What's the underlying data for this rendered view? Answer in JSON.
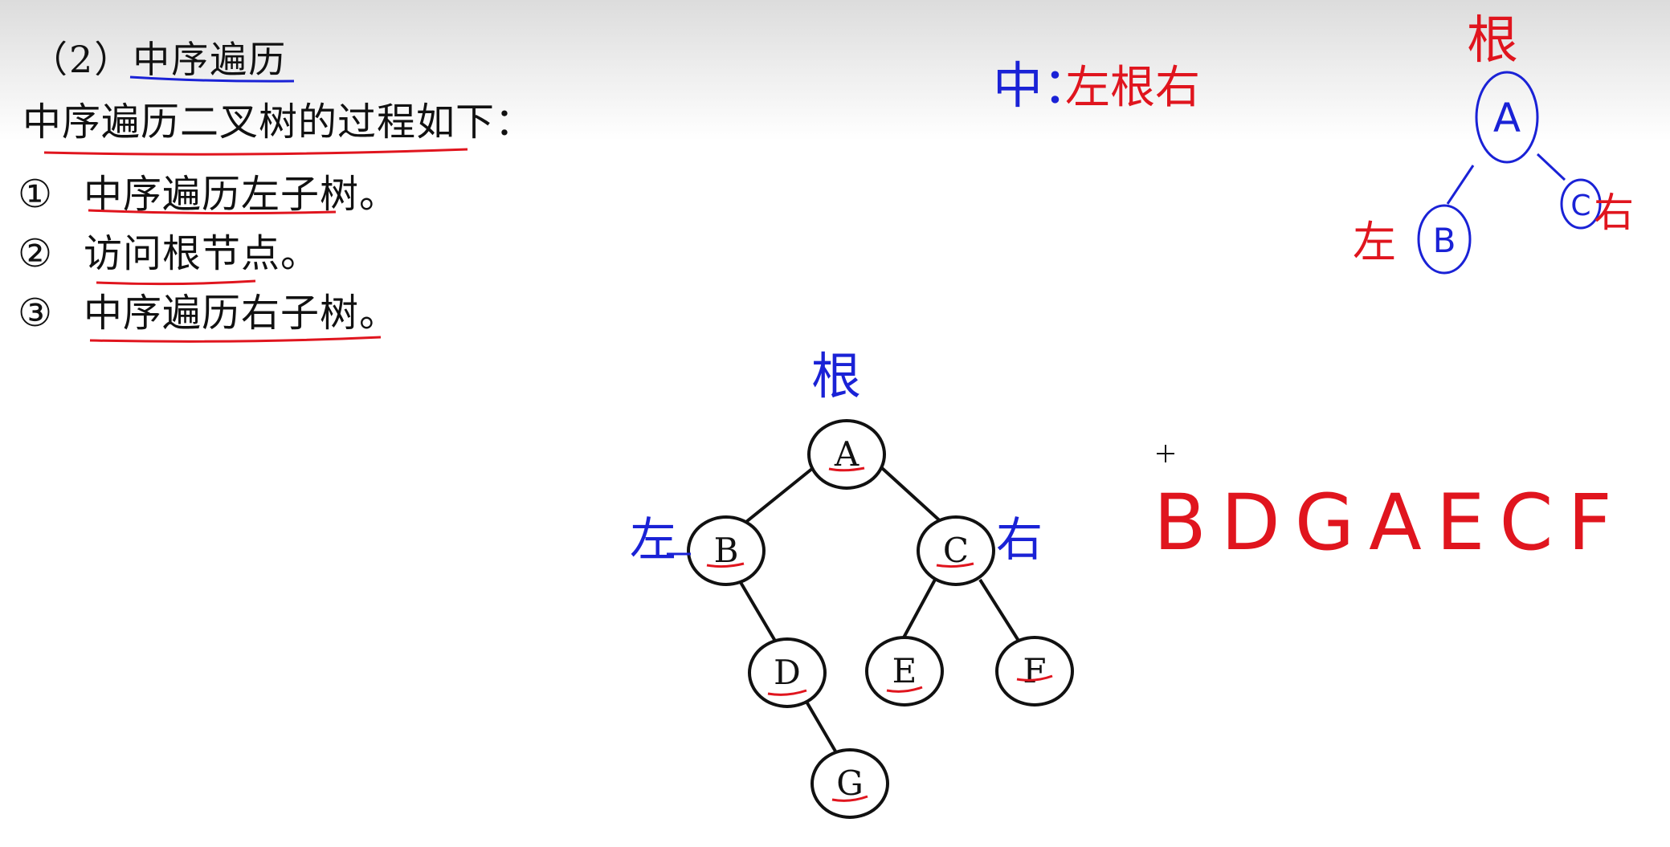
{
  "heading": {
    "number": "（2）",
    "title": "中序遍历"
  },
  "intro": "中序遍历二叉树的过程如下：",
  "steps": [
    {
      "num": "①",
      "text": "中序遍历左子树。"
    },
    {
      "num": "②",
      "text": "访问根节点。"
    },
    {
      "num": "③",
      "text": "中序遍历右子树。"
    }
  ],
  "annotations": {
    "rule_prefix": "中：",
    "rule_text": "左根右",
    "root": "根",
    "left": "左",
    "right": "右",
    "result_sequence": "BDGAECF"
  },
  "mini_tree": {
    "root": "A",
    "left": "B",
    "right": "C"
  },
  "tree": {
    "nodes": [
      "A",
      "B",
      "C",
      "D",
      "E",
      "F",
      "G"
    ]
  },
  "colors": {
    "ink_red": "#e0151e",
    "ink_blue": "#1a22d6",
    "text": "#111111"
  }
}
